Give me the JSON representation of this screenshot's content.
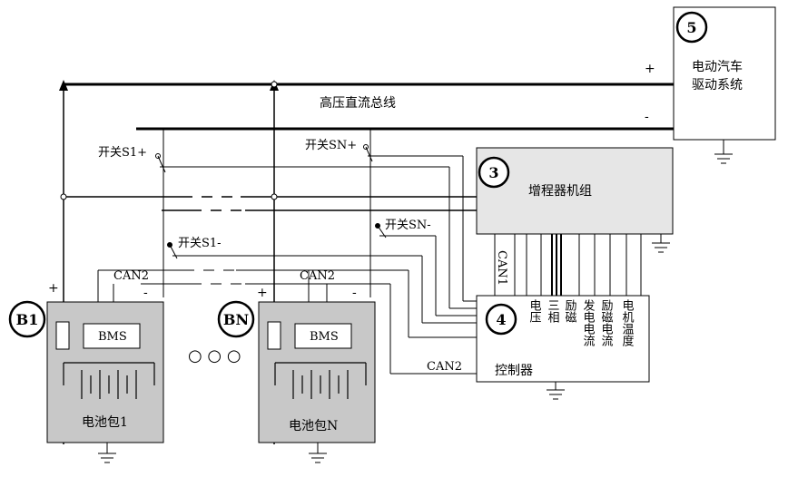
{
  "bus": {
    "title": "高压直流总线",
    "plus": "+",
    "minus": "-"
  },
  "blocks": {
    "drive": {
      "num": "5",
      "line1": "电动汽车",
      "line2": "驱动系统",
      "plus": "+",
      "minus": "-"
    },
    "range_extender": {
      "num": "3",
      "label": "增程器机组"
    },
    "controller": {
      "num": "4",
      "label": "控制器",
      "can": "CAN2"
    },
    "pack1": {
      "id": "B1",
      "label": "电池包1",
      "bms": "BMS",
      "plus": "+",
      "minus": "-"
    },
    "packN": {
      "id": "BN",
      "label": "电池包N",
      "bms": "BMS",
      "plus": "+",
      "minus": "-"
    }
  },
  "switches": {
    "s1_plus": "开关S1+",
    "sn_plus": "开关SN+",
    "s1_minus": "开关S1-",
    "sn_minus": "开关SN-"
  },
  "can": {
    "can1": "CAN1",
    "can2_a": "CAN2",
    "can2_b": "CAN2"
  },
  "signals": {
    "voltage": "电压",
    "three_phase": "三相",
    "excitation": "励磁",
    "gen_current": "发电电流",
    "excite_current": "励磁电流",
    "motor_temp": "电机温度"
  },
  "ellipsis": "○ ○ ○"
}
